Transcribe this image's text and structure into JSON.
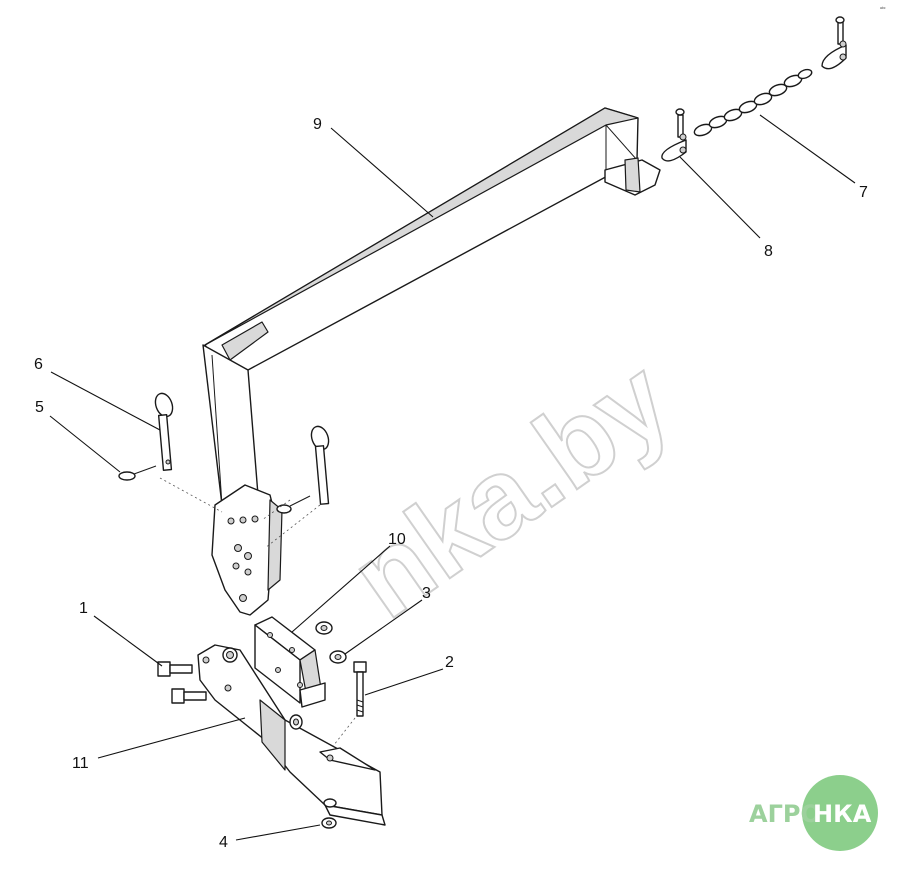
{
  "callouts": {
    "c1": "1",
    "c2": "2",
    "c3": "3",
    "c4": "4",
    "c5": "5",
    "c6": "6",
    "c7": "7",
    "c8": "8",
    "c9": "9",
    "c10": "10",
    "c11": "11"
  },
  "watermark": "nka.by",
  "logo": {
    "left": "АГРО",
    "right": "НКА",
    "left_color": "#9cd19c",
    "circle_color": "#8ccf8c",
    "right_color": "#ffffff"
  },
  "corner_mark": "ᵃᵇᶜ"
}
